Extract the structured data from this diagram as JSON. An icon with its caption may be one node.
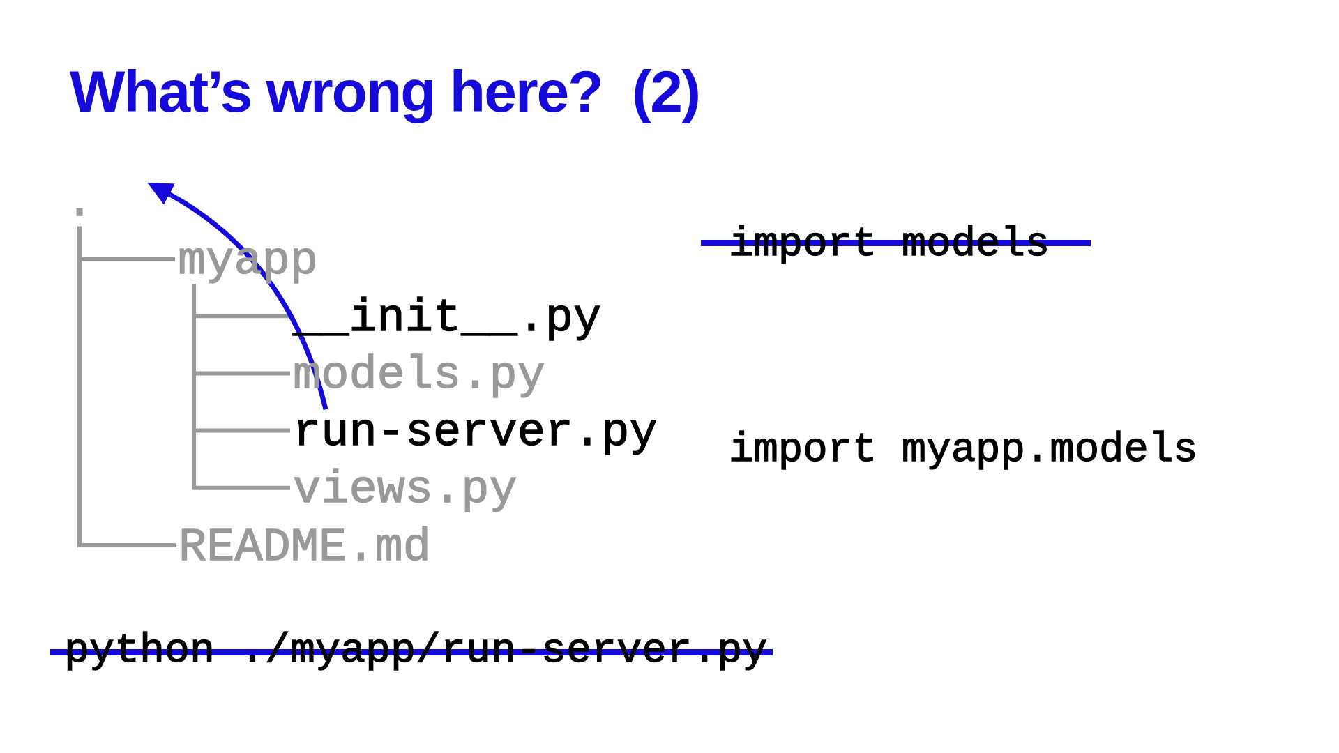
{
  "diagram": {
    "title": "What’s wrong here?  (2)",
    "nodes": [
      {
        "text": [
          "."
        ]
      },
      {
        "text": [
          "myapp"
        ]
      },
      {
        "text": [
          "__init__.py"
        ]
      },
      {
        "text": [
          "models.py"
        ]
      },
      {
        "text": [
          "run-server.py"
        ]
      },
      {
        "text": [
          "views.py"
        ]
      },
      {
        "text": [
          "README.md"
        ]
      }
    ],
    "edges": [
      {
        "from": 0,
        "to": 1,
        "arrow": "none"
      },
      {
        "from": 1,
        "to": 2,
        "arrow": "none"
      },
      {
        "from": 1,
        "to": 3,
        "arrow": "none"
      },
      {
        "from": 1,
        "to": 4,
        "arrow": "none"
      },
      {
        "from": 1,
        "to": 5,
        "arrow": "none"
      },
      {
        "from": 0,
        "to": 6,
        "arrow": "none"
      },
      {
        "from": 4,
        "to": null,
        "arrow": "to",
        "color": "#150ad9"
      }
    ],
    "labels": [
      "import models",
      "import myapp.models",
      "python ./myapp/run-server.py"
    ]
  }
}
